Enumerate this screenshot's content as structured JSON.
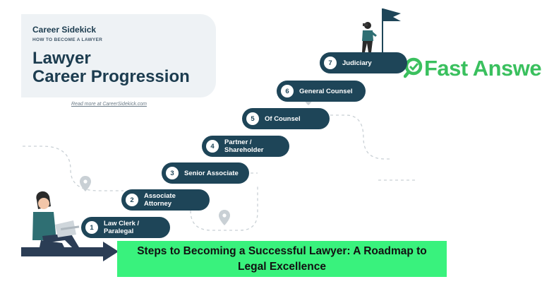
{
  "header": {
    "brand": "Career Sidekick",
    "subtitle": "HOW TO BECOME A LAWYER",
    "title_line1": "Lawyer",
    "title_line2": "Career Progression",
    "read_more": "Read more at CareerSidekick.com"
  },
  "watermark": {
    "text": "Fast Answer",
    "icon": "magnifier-logo-icon",
    "color": "#3ac05e"
  },
  "steps": [
    {
      "number": "1",
      "label_line1": "Law Clerk /",
      "label_line2": "Paralegal"
    },
    {
      "number": "2",
      "label_line1": "Associate Attorney",
      "label_line2": ""
    },
    {
      "number": "3",
      "label_line1": "Senior Associate",
      "label_line2": ""
    },
    {
      "number": "4",
      "label_line1": "Partner /",
      "label_line2": "Shareholder"
    },
    {
      "number": "5",
      "label_line1": "Of Counsel",
      "label_line2": ""
    },
    {
      "number": "6",
      "label_line1": "General Counsel",
      "label_line2": ""
    },
    {
      "number": "7",
      "label_line1": "Judiciary",
      "label_line2": ""
    }
  ],
  "banner": {
    "line1": "Steps to Becoming a Successful Lawyer: A Roadmap to",
    "line2": "Legal Excellence",
    "color": "#39f27d"
  },
  "colors": {
    "step_fill": "#1e4558",
    "title": "#1c3c4f",
    "card": "#eef2f5"
  }
}
